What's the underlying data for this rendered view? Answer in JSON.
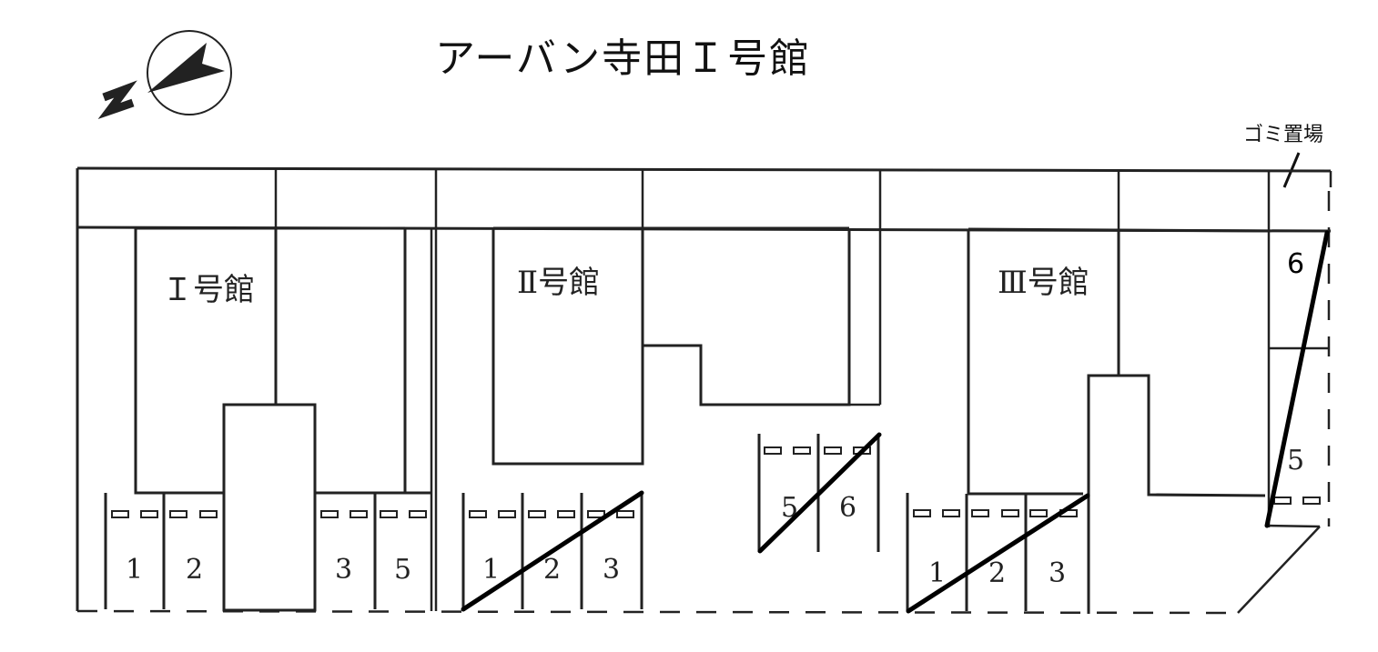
{
  "title": "アーバン寺田Ｉ号館",
  "compass": {
    "label": "N",
    "icon": "north-arrow-icon"
  },
  "gomi": {
    "label": "ゴミ置場"
  },
  "buildings": [
    {
      "id": "I",
      "label": "Ｉ号館"
    },
    {
      "id": "II",
      "label": "Ⅱ号館"
    },
    {
      "id": "III",
      "label": "Ⅲ号館"
    }
  ],
  "parking": {
    "building_I": [
      {
        "number": "1",
        "struck": false
      },
      {
        "number": "2",
        "struck": false
      },
      {
        "number": "3",
        "struck": false
      },
      {
        "number": "5",
        "struck": false
      }
    ],
    "building_II_front": [
      {
        "number": "1",
        "struck": true
      },
      {
        "number": "2",
        "struck": true
      },
      {
        "number": "3",
        "struck": true
      }
    ],
    "building_II_side": [
      {
        "number": "5",
        "struck": true
      },
      {
        "number": "6",
        "struck": true
      }
    ],
    "building_III_front": [
      {
        "number": "1",
        "struck": true
      },
      {
        "number": "2",
        "struck": true
      },
      {
        "number": "3",
        "struck": false
      }
    ],
    "building_III_side": [
      {
        "number": "6",
        "struck": true
      },
      {
        "number": "5",
        "struck": true
      }
    ]
  },
  "colors": {
    "line": "#222222",
    "background": "#ffffff"
  }
}
